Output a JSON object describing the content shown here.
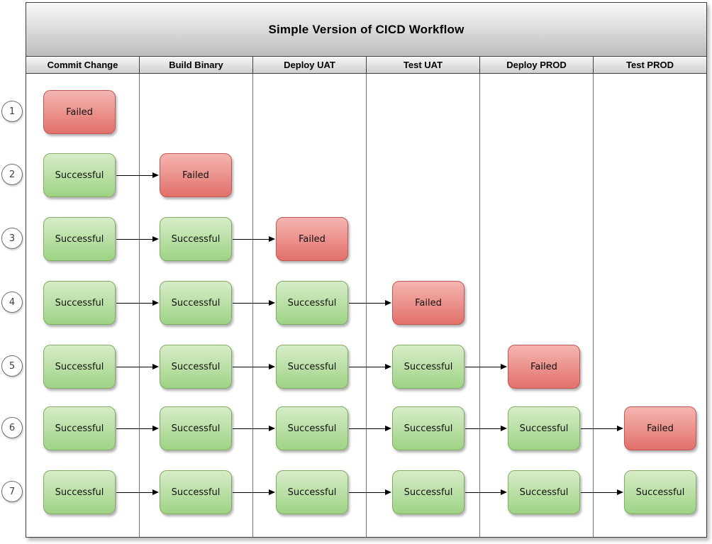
{
  "diagram": {
    "title": "Simple Version of CICD Workflow",
    "columns": [
      "Commit Change",
      "Build Binary",
      "Deploy UAT",
      "Test UAT",
      "Deploy PROD",
      "Test PROD"
    ],
    "rows": [
      {
        "number": "1",
        "steps": [
          "Failed"
        ]
      },
      {
        "number": "2",
        "steps": [
          "Successful",
          "Failed"
        ]
      },
      {
        "number": "3",
        "steps": [
          "Successful",
          "Successful",
          "Failed"
        ]
      },
      {
        "number": "4",
        "steps": [
          "Successful",
          "Successful",
          "Successful",
          "Failed"
        ]
      },
      {
        "number": "5",
        "steps": [
          "Successful",
          "Successful",
          "Successful",
          "Successful",
          "Failed"
        ]
      },
      {
        "number": "6",
        "steps": [
          "Successful",
          "Successful",
          "Successful",
          "Successful",
          "Successful",
          "Failed"
        ]
      },
      {
        "number": "7",
        "steps": [
          "Successful",
          "Successful",
          "Successful",
          "Successful",
          "Successful",
          "Successful"
        ]
      }
    ],
    "status_styles": {
      "Successful": {
        "fill_top": "#d7edc8",
        "fill_bottom": "#9ed385",
        "border": "#82ab63"
      },
      "Failed": {
        "fill_top": "#f5b5b1",
        "fill_bottom": "#e2706a",
        "border": "#bf5855"
      }
    },
    "arrow_color": "#000000"
  }
}
